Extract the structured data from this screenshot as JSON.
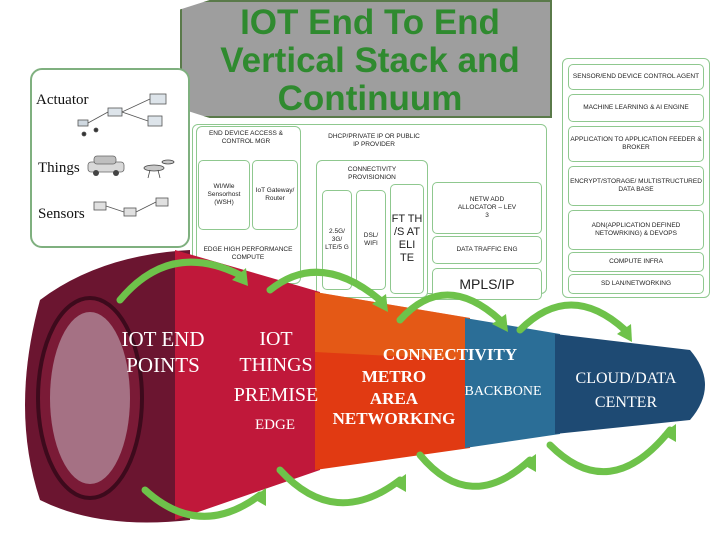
{
  "title": "IOT End To End Vertical Stack and Continuum",
  "left_panel": {
    "actuator": "Actuator",
    "things": "Things",
    "sensors": "Sensors"
  },
  "middle": {
    "end_device_access": "END DEVICE ACCESS & CONTROL MGR",
    "dhcp": "DHCP/PRIVATE IP OR PUBLIC IP PROVIDER",
    "wi_wle": "WI/Wle Sensorhost (WSH)",
    "iot_gateway": "IoT Gateway/ Router",
    "edge_compute": "EDGE HIGH PERFORMANCE COMPUTE",
    "connectivity_provisioning": "CONNECTIVITY PROVISIONION",
    "cellular": "2.5G/ 3G/ LTE/5 G",
    "dsl_wifi": "DSL/ WIFI",
    "ftth": "FT TH /S AT ELI TE",
    "network_allocator": "NETW ADD ALLOCATOR – LEV 3",
    "traffic_eng": "DATA TRAFFIC ENG",
    "mpls": "MPLS/IP"
  },
  "right_column": [
    "SENSOR/END DEVICE CONTROL AGENT",
    "MACHINE LEARNING & AI ENGINE",
    "APPLICATION TO APPLICATION FEEDER & BROKER",
    "ENCRYPT/STORAGE/ MULTISTRUCTURED DATA BASE",
    "ADN(APPLICATION DEFINED NETOWRKING) & DEVOPS",
    "COMPUTE INFRA",
    "SD LAN/NETWORKING"
  ],
  "segments": {
    "endpoints": "IOT END POINTS",
    "premise_1": "IOT",
    "premise_2": "THINGS",
    "premise_3": "PREMISE",
    "premise_4": "EDGE",
    "connectivity": "CONNECTIVITY",
    "metro_1": "METRO",
    "metro_2": "AREA",
    "metro_3": "NETWORKING",
    "backbone": "BACKBONE",
    "cloud_1": "CLOUD/DATA",
    "cloud_2": "CENTER"
  },
  "colors": {
    "title_green": "#2f8a2f",
    "endpoints": "#6b1530",
    "premise": "#c0183a",
    "connectivity": "#e8731a",
    "metro": "#e13a12",
    "backbone": "#2b6e97",
    "cloud": "#1e4a73",
    "arrow_green": "#6ec24a"
  }
}
